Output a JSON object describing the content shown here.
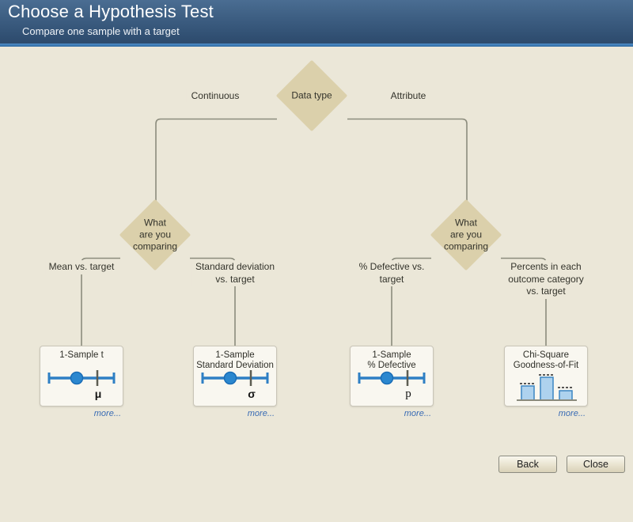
{
  "header": {
    "title": "Choose a Hypothesis Test",
    "subtitle": "Compare one sample with a target"
  },
  "tree": {
    "root_label": "Data type",
    "left_branch_label": "Continuous",
    "right_branch_label": "Attribute",
    "left_decision_label": "What\nare you\ncomparing",
    "right_decision_label": "What\nare you\ncomparing",
    "leaves": [
      {
        "branch_label": "Mean vs. target",
        "card_title": "1-Sample t",
        "icon": "distribution-dot-plot-icon",
        "symbol": "μ",
        "more_label": "more..."
      },
      {
        "branch_label": "Standard deviation\nvs. target",
        "card_title": "1-Sample\nStandard Deviation",
        "icon": "distribution-dot-plot-icon",
        "symbol": "σ",
        "more_label": "more..."
      },
      {
        "branch_label": "% Defective vs.\ntarget",
        "card_title": "1-Sample\n% Defective",
        "icon": "distribution-dot-plot-icon",
        "symbol": "p",
        "more_label": "more..."
      },
      {
        "branch_label": "Percents in each\noutcome category\nvs. target",
        "card_title": "Chi-Square\nGoodness-of-Fit",
        "icon": "bar-chart-target-icon",
        "symbol": "",
        "more_label": "more..."
      }
    ]
  },
  "footer": {
    "back_label": "Back",
    "close_label": "Close"
  },
  "colors": {
    "header_top": "#4a6d92",
    "header_bottom": "#2c4a6c",
    "accent_strip": "#3f7cb5",
    "background": "#ebe7d8",
    "diamond_fill": "#dbd0ab",
    "connector_line": "#8c8c7d",
    "card_background": "#f9f7f0",
    "icon_blue": "#2e7fc4",
    "link_blue": "#3a6cb4"
  }
}
